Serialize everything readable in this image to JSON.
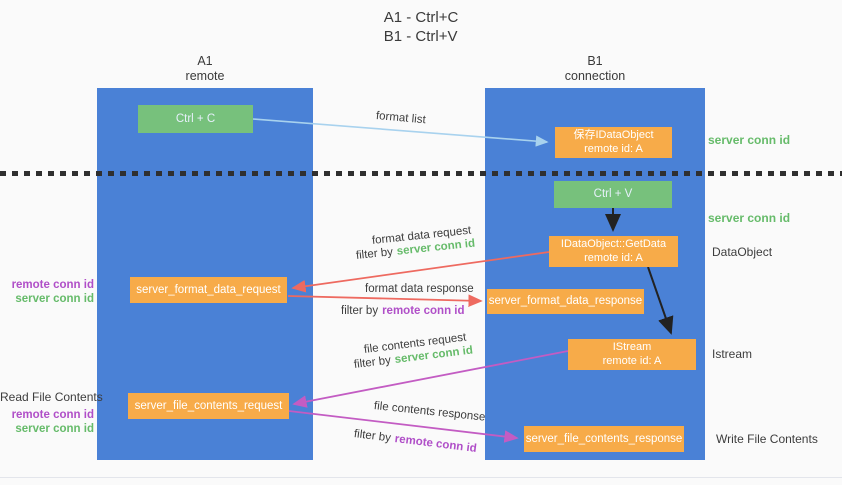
{
  "title": {
    "line1": "A1 - Ctrl+C",
    "line2": "B1 - Ctrl+V"
  },
  "columns": {
    "left": {
      "name": "A1",
      "role": "remote"
    },
    "right": {
      "name": "B1",
      "role": "connection"
    }
  },
  "nodes": {
    "ctrl_c": {
      "label": "Ctrl + C"
    },
    "save_idataobject": {
      "line1": "保存IDataObject",
      "line2": "remote id: A"
    },
    "ctrl_v": {
      "label": "Ctrl + V"
    },
    "getdata": {
      "line1": "IDataObject::GetData",
      "line2": "remote id: A"
    },
    "server_format_data_request": {
      "label": "server_format_data_request"
    },
    "server_format_data_response": {
      "label": "server_format_data_response"
    },
    "istream": {
      "line1": "IStream",
      "line2": "remote id: A"
    },
    "server_file_contents_request": {
      "label": "server_file_contents_request"
    },
    "server_file_contents_response": {
      "label": "server_file_contents_response"
    }
  },
  "labels": {
    "server_conn_id": "server conn id",
    "remote_conn_id": "remote conn id",
    "data_object": "DataObject",
    "istream": "Istream",
    "read_file_contents": "Read File Contents",
    "write_file_contents": "Write File Contents",
    "format_list": "format list",
    "format_data_request": "format data request",
    "format_data_response": "format data response",
    "file_contents_request": "file contents request",
    "file_contents_response": "file contents response",
    "filter_by": "filter by"
  },
  "colors": {
    "lifeline_blue": "#4a81d6",
    "node_orange": "#f7ab49",
    "node_green": "#77c17c",
    "arrow_blue": "#a8d2ee",
    "arrow_red": "#ee6a60",
    "arrow_magenta": "#c35cc3",
    "arrow_black": "#222222",
    "label_green": "#66bb6a",
    "label_purple": "#b04fc8",
    "text_dark": "#3d3d3d",
    "background": "#fafafa"
  }
}
